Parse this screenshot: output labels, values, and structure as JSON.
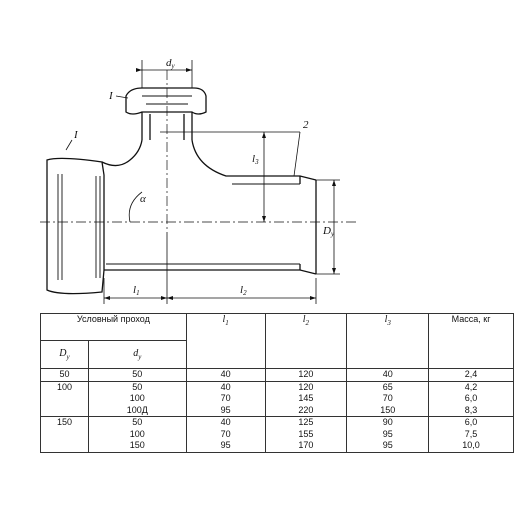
{
  "drawing": {
    "callouts": [
      "I",
      "I",
      "2"
    ],
    "dims": {
      "dy": {
        "main": "d",
        "sub": "y"
      },
      "l3": {
        "main": "l",
        "sub": "3"
      },
      "Dy": {
        "main": "D",
        "sub": "y"
      },
      "l1": {
        "main": "l",
        "sub": "1"
      },
      "l2": {
        "main": "l",
        "sub": "2"
      },
      "alpha": "α"
    }
  },
  "table": {
    "header": {
      "nominal": "Условный проход",
      "l1": {
        "main": "l",
        "sub": "1"
      },
      "l2": {
        "main": "l",
        "sub": "2"
      },
      "l3": {
        "main": "l",
        "sub": "3"
      },
      "mass": "Масса, кг",
      "Dy": {
        "main": "D",
        "sub": "y"
      },
      "dy": {
        "main": "d",
        "sub": "y"
      }
    },
    "groups": [
      {
        "Dy": "50",
        "dy": [
          "50"
        ],
        "l1": [
          "40"
        ],
        "l2": [
          "120"
        ],
        "l3": [
          "40"
        ],
        "mass": [
          "2,4"
        ]
      },
      {
        "Dy": "100",
        "dy": [
          "50",
          "100",
          "100Д"
        ],
        "l1": [
          "40",
          "70",
          "95"
        ],
        "l2": [
          "120",
          "145",
          "220"
        ],
        "l3": [
          "65",
          "70",
          "150"
        ],
        "mass": [
          "4,2",
          "6,0",
          "8,3"
        ]
      },
      {
        "Dy": "150",
        "dy": [
          "50",
          "100",
          "150"
        ],
        "l1": [
          "40",
          "70",
          "95"
        ],
        "l2": [
          "125",
          "155",
          "170"
        ],
        "l3": [
          "90",
          "95",
          "95"
        ],
        "mass": [
          "6,0",
          "7,5",
          "10,0"
        ]
      }
    ]
  }
}
